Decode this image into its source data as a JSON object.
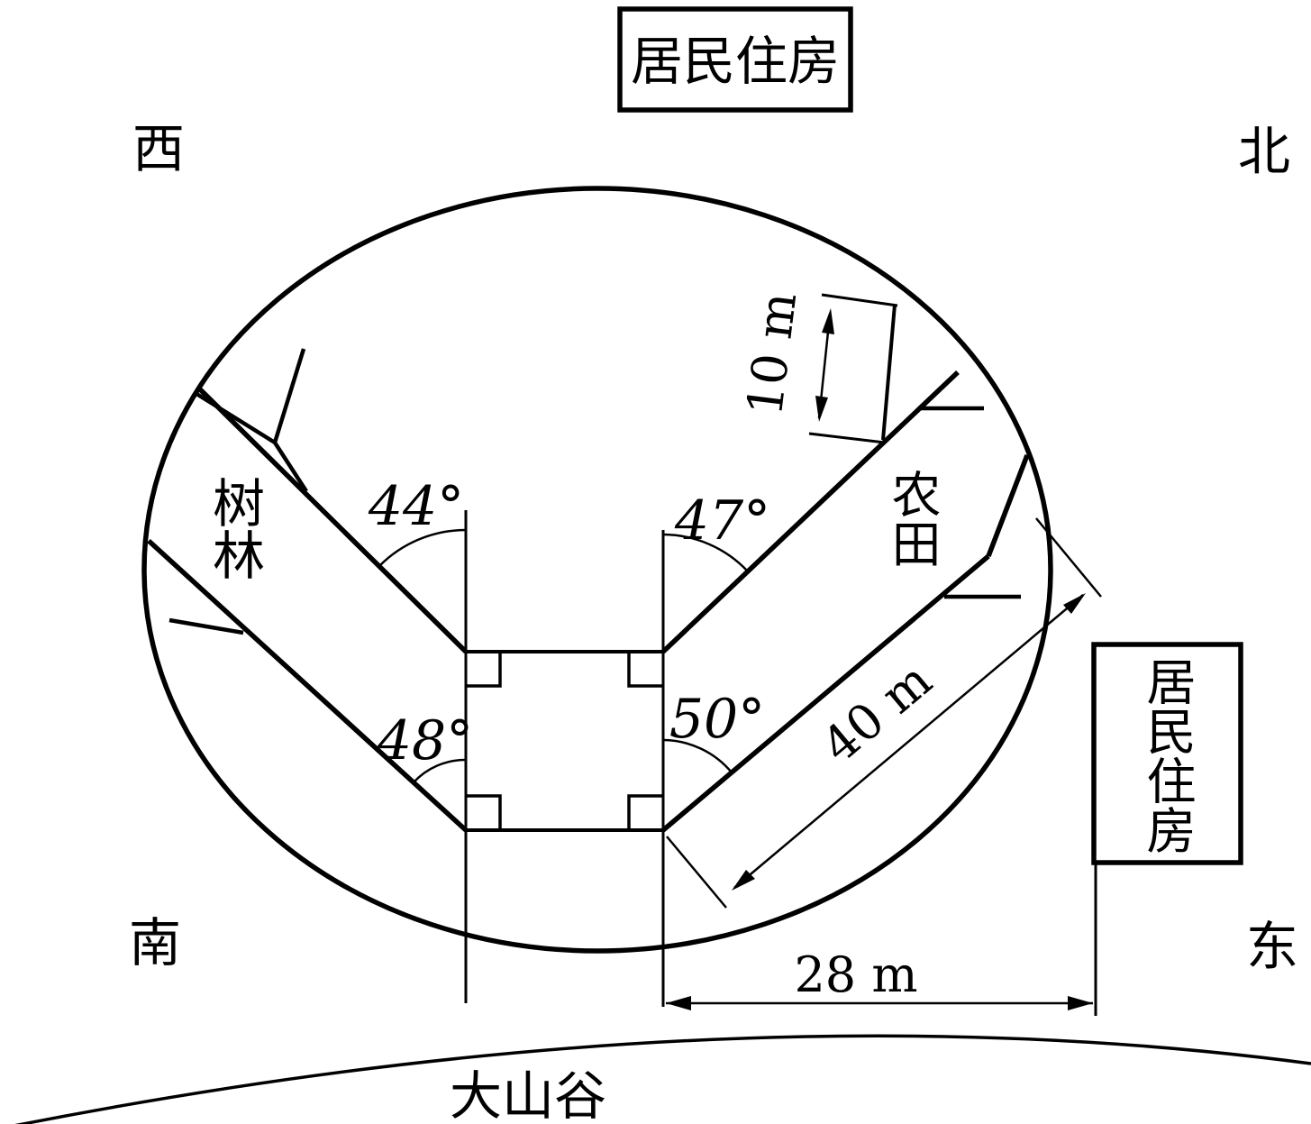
{
  "figure": {
    "boxes": {
      "top_label": "居民住房",
      "right_label": "居民住房"
    },
    "compass": {
      "west": "西",
      "north": "北",
      "south": "南",
      "east": "东"
    },
    "regions": {
      "forest": "树林",
      "farmland": "农田",
      "valley": "大山谷"
    },
    "angles": {
      "upper_left": "44°",
      "upper_right": "47°",
      "lower_left": "48°",
      "lower_right": "50°"
    },
    "dimensions": {
      "farmland_strip_width": "10 m",
      "slope_length": "40 m",
      "horizontal_distance": "28 m"
    },
    "colors": {
      "line": "#000000",
      "background": "#ffffff"
    }
  }
}
